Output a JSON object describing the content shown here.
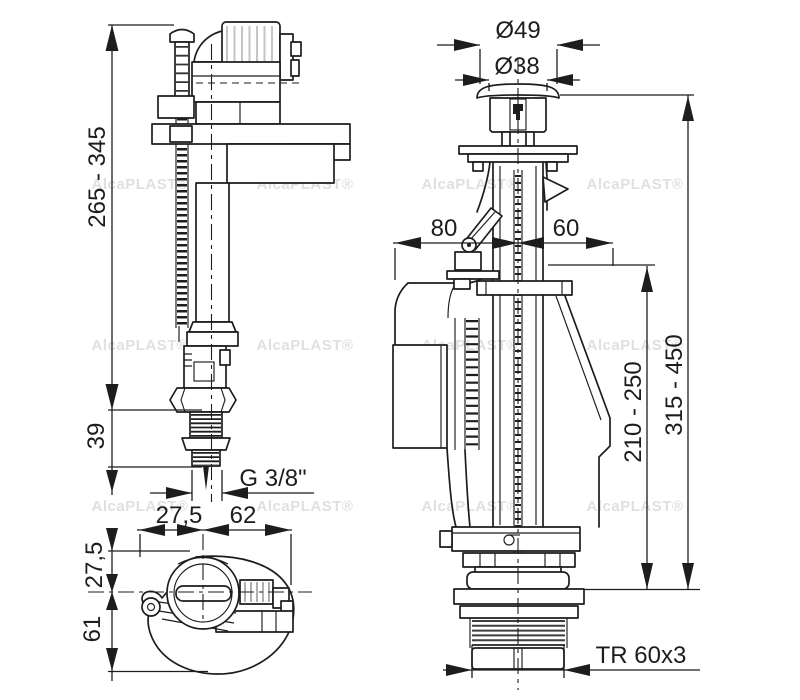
{
  "watermark": {
    "text": "AlcaPLAST®"
  },
  "colors": {
    "line_color": "#1d1d1d",
    "watermark_color": "#e0e0e0",
    "background": "#ffffff"
  },
  "fill_valve": {
    "label": "fill-valve side view with bottom top-view",
    "dimensions": {
      "installation_height_range": "265 - 345",
      "shank_length": "39",
      "inlet_thread": "G 3/8\"",
      "top_view_offset_left": "27,5",
      "top_view_offset_right": "62",
      "top_view_depth_front": "27,5",
      "top_view_depth_back": "61"
    }
  },
  "flush_valve": {
    "label": "flush-valve side view",
    "dimensions": {
      "button_cap_diameter": "Ø49",
      "button_diameter": "Ø38",
      "body_offset_left": "80",
      "body_offset_right": "60",
      "flange_height_range": "210 - 250",
      "overall_height_range": "315 - 450",
      "outlet_thread": "TR 60x3"
    }
  }
}
